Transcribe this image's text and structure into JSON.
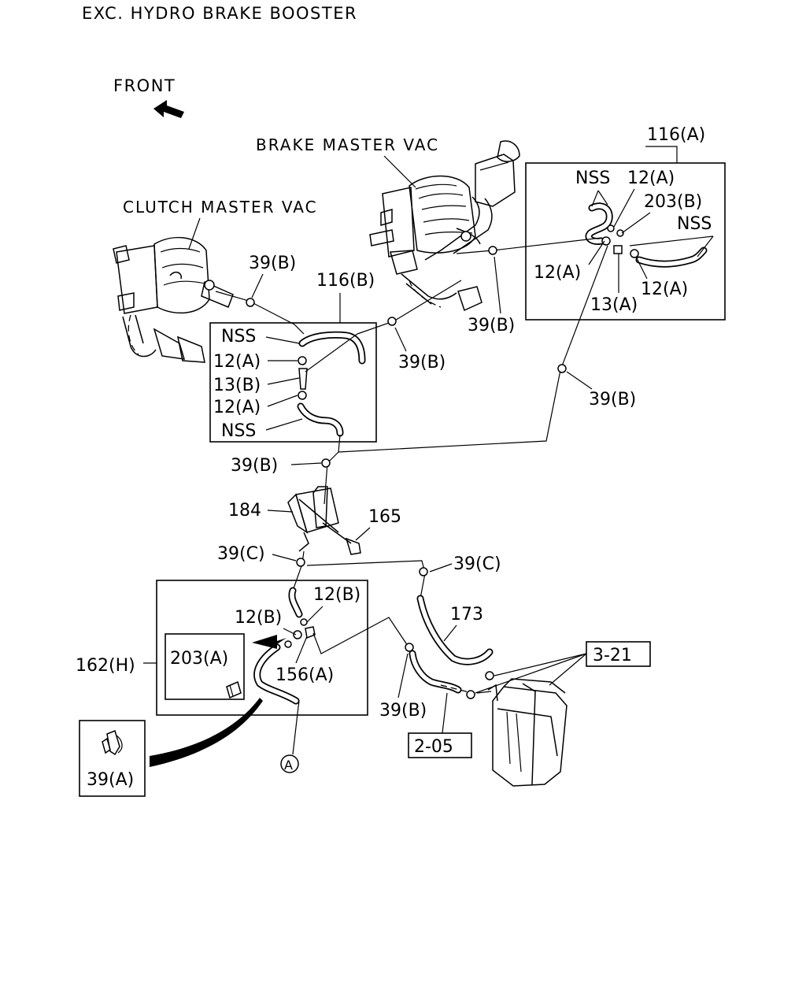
{
  "header": {
    "title": "EXC. HYDRO BRAKE BOOSTER"
  },
  "direction": {
    "label": "FRONT"
  },
  "components": {
    "brake_master_vac": "BRAKE MASTER VAC",
    "clutch_master_vac": "CLUTCH MASTER VAC"
  },
  "callouts": {
    "c116a": "116(A)",
    "c116b": "116(B)",
    "a_nss1": "NSS",
    "a_12a1": "12(A)",
    "a_203b": "203(B)",
    "a_nss2": "NSS",
    "a_12a2": "12(A)",
    "a_12a3": "12(A)",
    "a_13a": "13(A)",
    "b_nss1": "NSS",
    "b_12a1": "12(A)",
    "b_13b": "13(B)",
    "b_12a2": "12(A)",
    "b_nss2": "NSS",
    "c39b_1": "39(B)",
    "c39b_2": "39(B)",
    "c39b_3": "39(B)",
    "c39b_4": "39(B)",
    "c39b_5": "39(B)",
    "c39b_6": "39(B)",
    "c184": "184",
    "c165": "165",
    "c39c_1": "39(C)",
    "c39c_2": "39(C)",
    "c12b_1": "12(B)",
    "c12b_2": "12(B)",
    "c203a": "203(A)",
    "c156a": "156(A)",
    "c162h": "162(H)",
    "c173": "173",
    "c321": "3-21",
    "c205": "2-05",
    "c39a": "39(A)",
    "ref_a": "A"
  }
}
